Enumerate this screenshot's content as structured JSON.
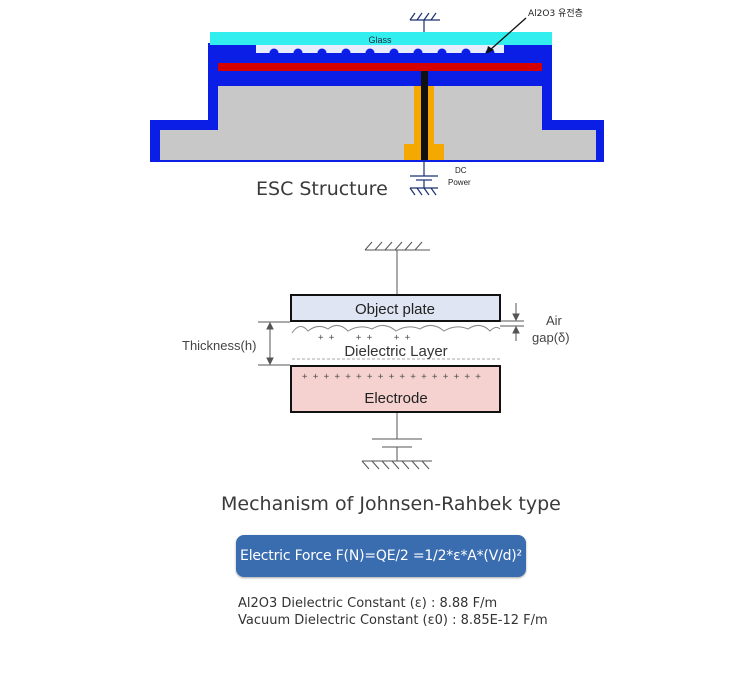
{
  "esc": {
    "glass_label": "Glass",
    "dielectric_label": "Al2O3 유전층",
    "dc_label": "DC",
    "power_label": "Power",
    "caption": "ESC Structure"
  },
  "jr": {
    "object_plate": "Object plate",
    "dielectric_layer": "Dielectric Layer",
    "electrode": "Electrode",
    "thickness": "Thickness(h)",
    "air": "Air",
    "gap": "gap(δ)",
    "plus_row_top": "+ +    + +    + +",
    "plus_row_electrode": "+ + + + + + + + + + + + + + + + +",
    "caption": "Mechanism of Johnsen-Rahbek type"
  },
  "formula": "Electric Force F(N)=QE/2 =1/2*ε*A*(V/d)²",
  "constants": [
    "Al2O3 Dielectric Constant (ε) : 8.88 F/m",
    "Vacuum Dielectric Constant (ε0) : 8.85E-12 F/m"
  ],
  "colors": {
    "glass": "#33eeee",
    "chuck_blue": "#0a1ee6",
    "electrode_red": "#d40000",
    "base_gray": "#c8c8c8",
    "feed_orange": "#f4a800",
    "object_fill": "#dfe5f2",
    "electrode_fill": "#f5d2cf",
    "formula_bg": "#3a6db0"
  }
}
